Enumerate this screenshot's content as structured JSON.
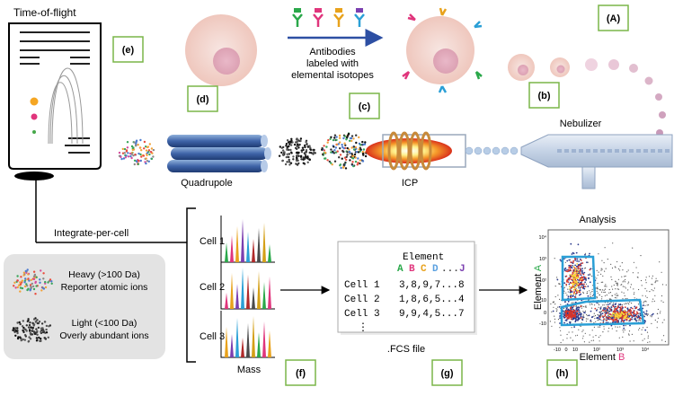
{
  "labels": {
    "tof": "Time-of-flight",
    "quadrupole": "Quadrupole",
    "antibodies_line1": "Antibodies",
    "antibodies_line2": "labeled with",
    "antibodies_line3": "elemental isotopes",
    "icp": "ICP",
    "nebulizer": "Nebulizer",
    "integrate": "Integrate-per-cell",
    "mass": "Mass",
    "fcs_file": ".FCS file",
    "analysis": "Analysis",
    "element_x_prefix": "Element ",
    "element_x_letter": "B",
    "element_y_prefix": "Element ",
    "element_y_letter": "A"
  },
  "panel_letters": {
    "A": "(A)",
    "b": "(b)",
    "c": "(c)",
    "d": "(d)",
    "e": "(e)",
    "f": "(f)",
    "g": "(g)",
    "h": "(h)"
  },
  "legend": {
    "heavy_line1": "Heavy (>100 Da)",
    "heavy_line2": "Reporter atomic ions",
    "light_line1": "Light (<100 Da)",
    "light_line2": "Overly abundant ions"
  },
  "cells": [
    "Cell 1",
    "Cell 2",
    "Cell 3"
  ],
  "fcs": {
    "header": "Element",
    "columns": [
      "A",
      "B",
      "C",
      "D",
      "...",
      "J"
    ],
    "column_colors": [
      "#2aa84a",
      "#e0357c",
      "#e8a21c",
      "#5aa0e0",
      "#444444",
      "#7b3fb0"
    ],
    "rows": [
      {
        "label": "Cell 1",
        "values": "3,8,9,7...8"
      },
      {
        "label": "Cell 2",
        "values": "1,8,6,5...4"
      },
      {
        "label": "Cell 3",
        "values": "9,9,4,5...7"
      }
    ],
    "ellipsis": "⋮"
  },
  "scatter_ticks": {
    "x": [
      "-10",
      "0",
      "10",
      "10²",
      "10³",
      "10⁴"
    ],
    "y": [
      "10⁴",
      "10³",
      "10²",
      "10",
      "0",
      "-10"
    ]
  },
  "colors": {
    "panel_border": "#7ab648",
    "arrow_blue": "#2d4fa3",
    "gate_blue": "#2a9fd6",
    "element_a": "#2aa84a",
    "element_b": "#e0357c",
    "legend_bg": "#e3e3e3"
  }
}
